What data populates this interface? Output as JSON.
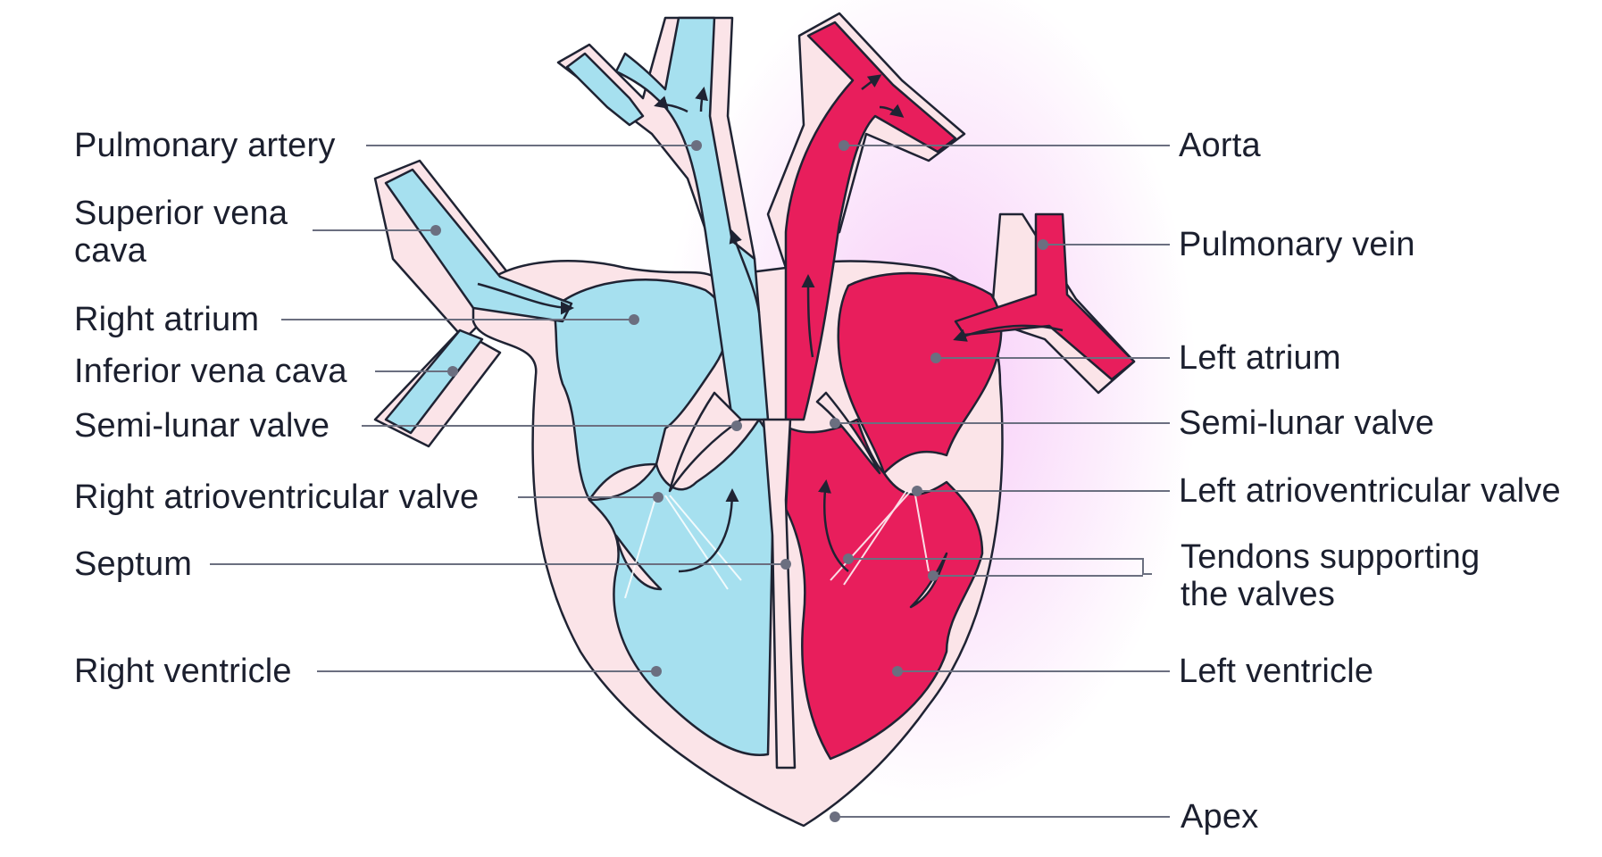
{
  "colors": {
    "deoxygenated": "#a6e0ef",
    "oxygenated": "#e81e5c",
    "tissue": "#fbe4e8",
    "outline": "#1f2333",
    "leader": "#6b6f80",
    "glow": "#f4b8f5"
  },
  "labels": {
    "left": {
      "pulmonary_artery": "Pulmonary artery",
      "superior_vena_cava_1": "Superior vena",
      "superior_vena_cava_2": "cava",
      "right_atrium": "Right atrium",
      "inferior_vena_cava": "Inferior vena cava",
      "semilunar_valve": "Semi-lunar valve",
      "right_av_valve": "Right atrioventricular valve",
      "septum": "Septum",
      "right_ventricle": "Right ventricle"
    },
    "right": {
      "aorta": "Aorta",
      "pulmonary_vein": "Pulmonary vein",
      "left_atrium": "Left atrium",
      "semilunar_valve": "Semi-lunar valve",
      "left_av_valve": "Left atrioventricular valve",
      "tendons_1": "Tendons supporting",
      "tendons_2": "the valves",
      "left_ventricle": "Left ventricle",
      "apex": "Apex"
    }
  }
}
